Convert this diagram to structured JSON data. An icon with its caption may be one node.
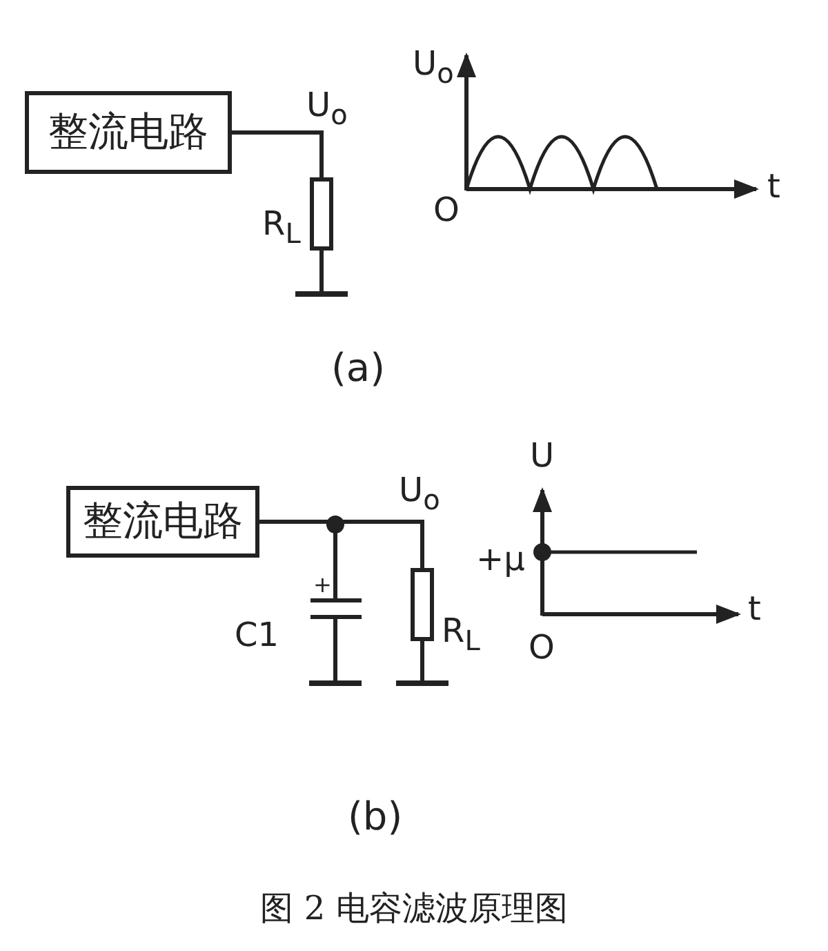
{
  "diagram": {
    "caption": "图 2 电容滤波原理图",
    "nodes": [
      {
        "text": [
          "整流电路"
        ]
      },
      {
        "text": [],
        "shape": "resistor",
        "beside": [
          "R$_{L}$"
        ]
      },
      {
        "text": [],
        "shape": "ground"
      },
      {
        "text": [
          "整流电路"
        ]
      },
      {
        "text": [],
        "shape": "capacitor",
        "beside": [
          "C1"
        ]
      },
      {
        "text": [],
        "shape": "resistor",
        "beside": [
          "R$_{L}$"
        ]
      },
      {
        "text": [],
        "shape": "ground"
      },
      {
        "text": [],
        "shape": "ground"
      }
    ],
    "edges": [
      {
        "from": 0,
        "to": 1,
        "arrow": "none"
      },
      {
        "from": 1,
        "to": 2,
        "arrow": "none"
      },
      {
        "from": 3,
        "to": 4,
        "arrow": "none"
      },
      {
        "from": 3,
        "to": 5,
        "arrow": "none"
      },
      {
        "from": 4,
        "to": 6,
        "arrow": "none"
      },
      {
        "from": 5,
        "to": 7,
        "arrow": "none"
      }
    ],
    "labels": [
      "U$_{o}$",
      "U$_{o}$",
      "O",
      "t",
      "(a)",
      "U",
      "U$_{o}$",
      "+μ",
      "t",
      "+",
      "O",
      "(b)"
    ]
  }
}
